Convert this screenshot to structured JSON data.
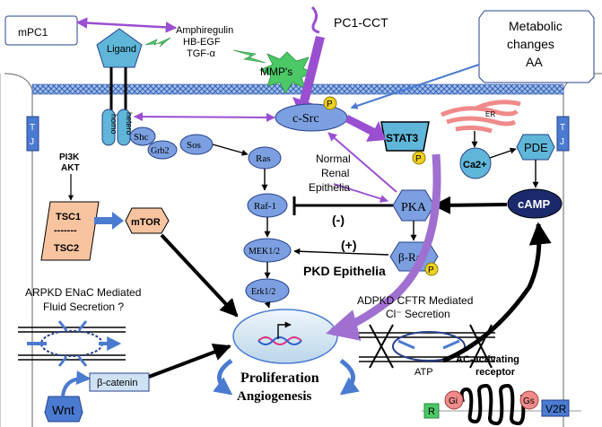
{
  "labels": {
    "mpc1": "mPC1",
    "ligand": "Ligand",
    "growth_factors": [
      "Amphiregulin",
      "HB-EGF",
      "TGF-α"
    ],
    "mmps": "MMP's",
    "pc1_cct": "PC1-CCT",
    "metabolic": [
      "Metabolic",
      "changes",
      "AA"
    ],
    "tj_left": [
      "T",
      "J"
    ],
    "tj_right": [
      "T",
      "J"
    ],
    "homo": "homo",
    "hetero": "hetero",
    "csrc": "c-Src",
    "p": "P",
    "shc": "Shc",
    "grb2": "Grb2",
    "sos": "Sos",
    "ras": "Ras",
    "stat3": "STAT3",
    "er": "ER",
    "ca2": "Ca2+",
    "pde": "PDE",
    "camp": "cAMP",
    "pi3k": "PI3K",
    "akt": "AKT",
    "tsc1": "TSC1",
    "tsc_dash": "-------",
    "tsc2": "TSC2",
    "mtor": "mTOR",
    "raf1": "Raf-1",
    "normal_renal": [
      "Normal",
      "Renal",
      "Epithelia"
    ],
    "minus": "(-)",
    "plus": "(+)",
    "pka": "PKA",
    "braf": "β-Raf",
    "mek": "MEK1/2",
    "erk": "Erk1/2",
    "pkd_epithelia": "PKD Epithelia",
    "arpkd": [
      "ARPKD ENaC Mediated",
      "Fluid Secretion ?"
    ],
    "adpkd": [
      "ADPKD CFTR Mediated",
      "Cl⁻ Secretion"
    ],
    "atp": "ATP",
    "ac_receptor": [
      "AC-activating",
      "receptor"
    ],
    "proliferation": "Proliferation",
    "angiogenesis": "Angiogenesis",
    "wnt": "Wnt",
    "bcatenin": "β-catenin",
    "r": "R",
    "gi": "Gi",
    "gs": "Gs",
    "v2r": "V2R"
  },
  "colors": {
    "purple": "#9a4fd0",
    "node_fill": "#7b9fe0",
    "node_stroke": "#27408b",
    "dark_navy": "#1a2a6c",
    "teal": "#5fb6d8",
    "green": "#4cc866",
    "salmon": "#f08a8a",
    "orange": "#f8c4a0",
    "yellow": "#f0d020",
    "membrane": "#9ec0f0"
  }
}
